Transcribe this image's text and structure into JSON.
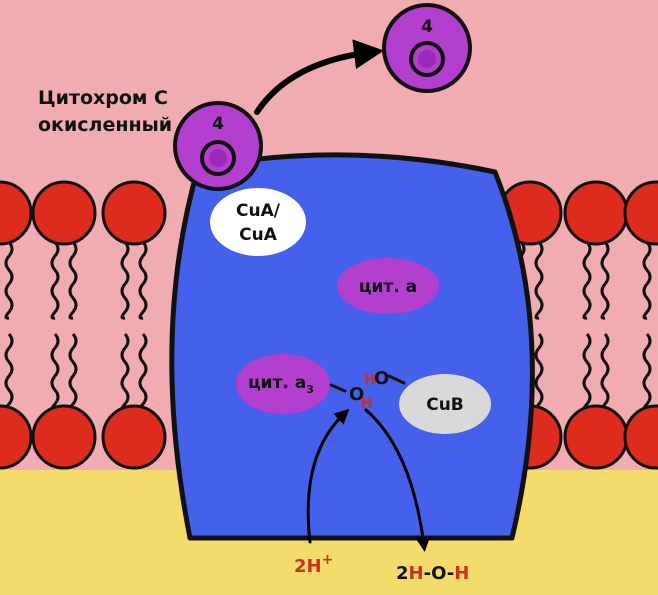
{
  "title": {
    "line1": "Цитохром С",
    "line2": "окисленный"
  },
  "cytochrome_c": {
    "label": "4"
  },
  "complex": {
    "cua_line1": "CuA/",
    "cua_line2": "CuA",
    "cyt_a": "цит. a",
    "cyt_a3": "цит. a",
    "cyt_a3_sub": "3",
    "cub": "CuB"
  },
  "peroxide": {
    "h_top": "H",
    "o_top": "O",
    "o_bottom": "O",
    "h_bottom": "H"
  },
  "protons": {
    "text": "2H",
    "sup": "+"
  },
  "water": {
    "coef": "2",
    "h1": "H",
    "bond1": "-",
    "o": "O",
    "bond2": "-",
    "h2": "H"
  },
  "colors": {
    "background": "#f0acb0",
    "matrix": "#f3dc6b",
    "lipid_head": "#dd2b1d",
    "complex": "#4560ea",
    "heme": "#b33fcf",
    "white_oval": "#ffffff",
    "cub_oval": "#d9d9d9",
    "accent_red": "#cc2e22"
  }
}
